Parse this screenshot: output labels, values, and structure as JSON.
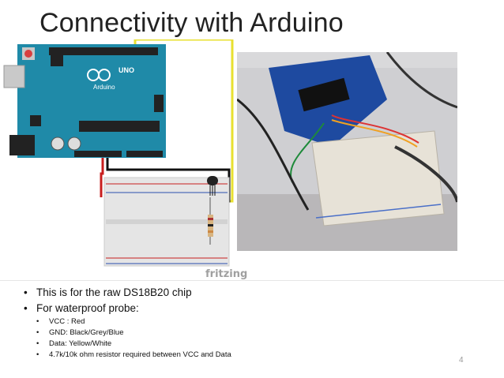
{
  "slide": {
    "title": "Connectivity with Arduino",
    "page_number": "4"
  },
  "diagram": {
    "board_label": "Arduino",
    "board_model": "UNO",
    "logo_text": "fritzing"
  },
  "bullets": [
    "This is for the raw DS18B20 chip",
    "For waterproof probe:"
  ],
  "sub_bullets": [
    "VCC : Red",
    "GND: Black/Grey/Blue",
    "Data: Yellow/White",
    "4.7k/10k ohm resistor required between VCC and Data"
  ],
  "colors": {
    "board": "#1f8aa8",
    "wire_vcc": "#c81e1e",
    "wire_gnd": "#111111",
    "wire_data": "#e8e030"
  }
}
